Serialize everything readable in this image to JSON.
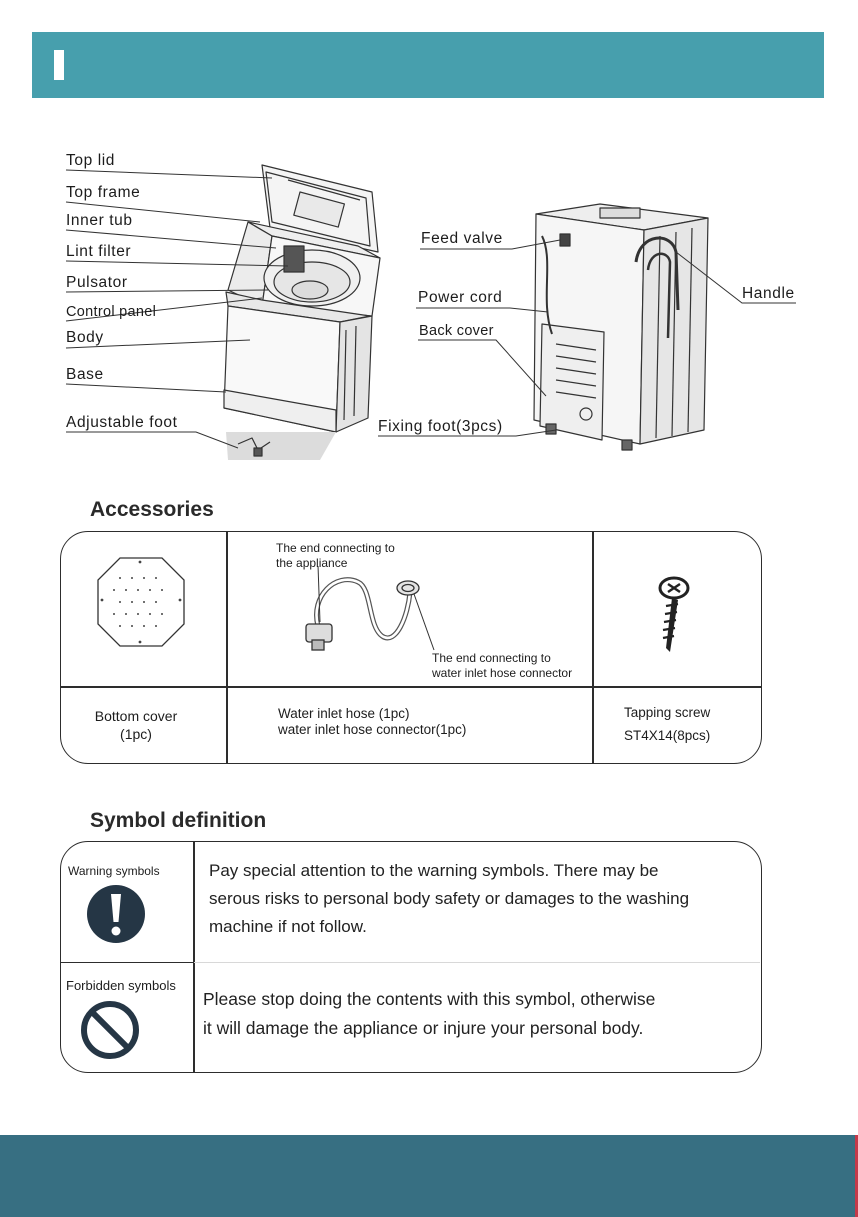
{
  "parts_left": {
    "top_lid": "Top lid",
    "top_frame": "Top frame",
    "inner_tub": "Inner tub",
    "lint_filter": "Lint filter",
    "pulsator": "Pulsator",
    "control_panel": "Control panel",
    "body": "Body",
    "base": "Base",
    "adjustable_foot": "Adjustable foot"
  },
  "parts_right": {
    "feed_valve": "Feed valve",
    "power_cord": "Power cord",
    "back_cover": "Back cover",
    "fixing_foot": "Fixing foot(3pcs)",
    "handle": "Handle"
  },
  "accessories": {
    "title": "Accessories",
    "hose_end_appliance_1": "The end connecting to",
    "hose_end_appliance_2": "the appliance",
    "hose_end_connector_1": "The end connecting to",
    "hose_end_connector_2": "water inlet hose connector",
    "bottom_cover_1": "Bottom cover",
    "bottom_cover_2": "(1pc)",
    "hose_1": "Water inlet hose (1pc)",
    "hose_2": "water inlet hose connector(1pc)",
    "screw_1": "Tapping screw",
    "screw_2": "ST4X14(8pcs)"
  },
  "symbols": {
    "title": "Symbol definition",
    "warning_label": "Warning symbols",
    "warning_line_1": "Pay special attention to the warning symbols.  There  may  be",
    "warning_line_2": "serous risks to personal body safety or damages to the washing",
    "warning_line_3": "machine  if not follow.",
    "forbidden_label": "Forbidden symbols",
    "forbidden_line_1": "Please stop doing the contents with this symbol, otherwise",
    "forbidden_line_2": "it will damage the appliance or injure your personal body."
  },
  "icons": {
    "warning": "exclamation-circle-icon",
    "forbidden": "prohibited-circle-icon"
  },
  "colors": {
    "header": "#479fad",
    "footer": "#376f82",
    "symbol": "#253645"
  }
}
